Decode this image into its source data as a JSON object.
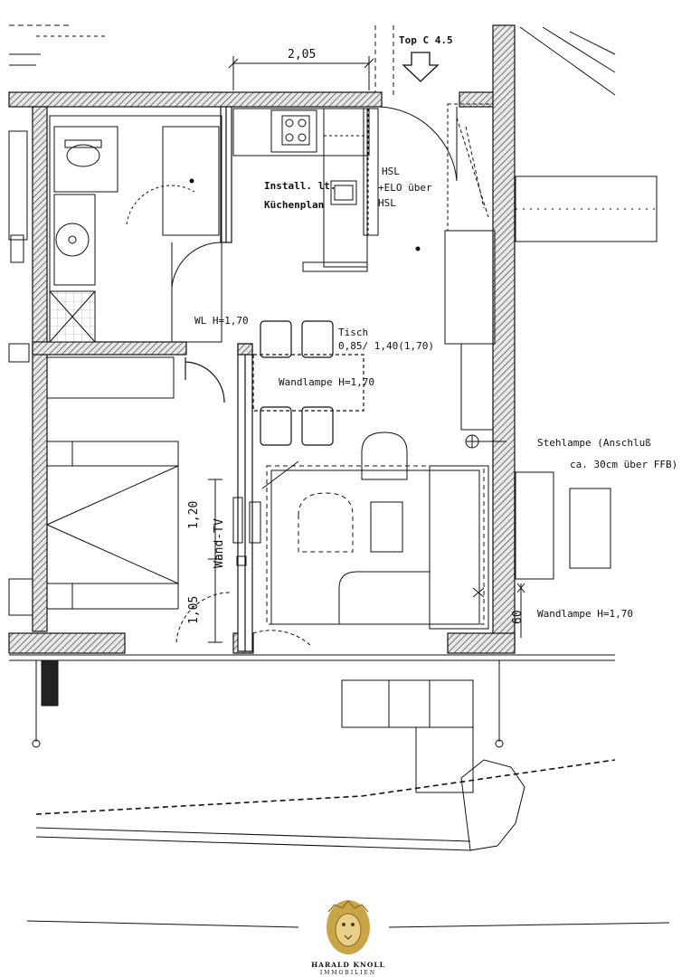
{
  "plan": {
    "apartment": "Top C 4.5",
    "dim_top": "2,05",
    "kitchen_note_1": "Install. lt.",
    "kitchen_note_2": "Küchenplan",
    "hsl_1": "HSL",
    "elo": "+ELO über",
    "hsl_2": "HSL",
    "wl": "WL H=1,70",
    "table_label": "Tisch",
    "table_dims": "0,85/ 1,40(1,70)",
    "wall_lamp_1": "Wandlampe H=1,70",
    "floor_lamp_1": "Stehlampe (Anschluß",
    "floor_lamp_2": "ca. 30cm über FFB)",
    "dim_120": "1,20",
    "wall_tv": "Wand-TV",
    "dim_105": "1,05",
    "dim_60": "60",
    "wall_lamp_2": "Wandlampe H=1,70"
  },
  "logo": {
    "line1": "HARALD KNOLL",
    "line2": "IMMOBILIEN"
  },
  "colors": {
    "ink": "#111111",
    "hatch": "#555555",
    "logo_gold": "#c9a548"
  }
}
